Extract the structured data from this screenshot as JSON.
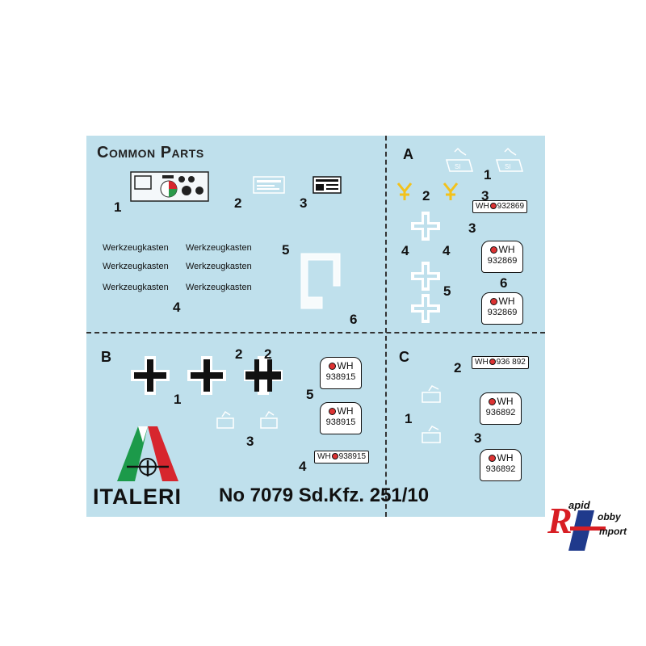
{
  "sheet": {
    "title": "Common Parts",
    "sections": {
      "a": "A",
      "b": "B",
      "c": "C"
    },
    "common": {
      "numbers": [
        "1",
        "2",
        "3",
        "4",
        "5",
        "6"
      ],
      "werkzeugkasten": [
        "Werkzeugkasten",
        "Werkzeugkasten",
        "Werkzeugkasten",
        "Werkzeugkasten",
        "Werkzeugkasten",
        "Werkzeugkasten"
      ]
    },
    "section_a": {
      "numbers": [
        "1",
        "2",
        "3",
        "3",
        "4",
        "4",
        "5",
        "6"
      ],
      "plate_long": {
        "prefix": "WH",
        "number": "932869"
      },
      "plate_box_1": {
        "prefix": "WH",
        "number": "932869"
      },
      "plate_box_2": {
        "prefix": "WH",
        "number": "932869"
      },
      "stamp_text": "SI"
    },
    "section_b": {
      "numbers": [
        "1",
        "2",
        "2",
        "3",
        "4",
        "5"
      ],
      "plate_long": {
        "prefix": "WH",
        "number": "938915"
      },
      "plate_box_1": {
        "prefix": "WH",
        "number": "938915"
      },
      "plate_box_2": {
        "prefix": "WH",
        "number": "938915"
      }
    },
    "section_c": {
      "numbers": [
        "1",
        "2",
        "3"
      ],
      "plate_long": {
        "prefix": "WH",
        "number": "936 892"
      },
      "plate_box_1": {
        "prefix": "WH",
        "number": "936892"
      },
      "plate_box_2": {
        "prefix": "WH",
        "number": "936892"
      }
    },
    "brand": "ITALERI",
    "footer": "No 7079 Sd.Kfz. 251/10"
  },
  "watermark": {
    "brand": "Rapid Hobby Import",
    "r": "R",
    "apid": "apid",
    "obby": "obby",
    "import": "mport"
  },
  "colors": {
    "sheet": "#bfe0ec",
    "italeri_green": "#1c9a4a",
    "italeri_red": "#d7262e",
    "rhi_red": "#d81e24",
    "rhi_blue": "#1f3a8c"
  }
}
